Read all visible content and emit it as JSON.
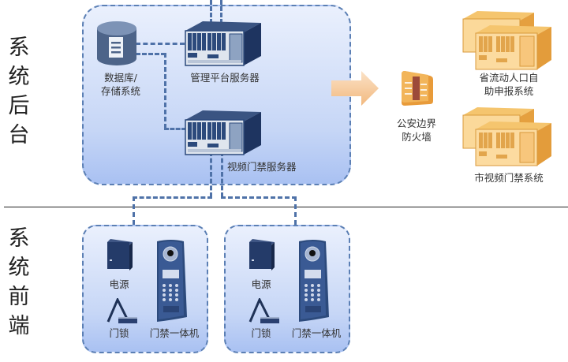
{
  "sections": {
    "backend_label": "系统后台",
    "frontend_label": "系统前端"
  },
  "backend": {
    "database": {
      "label_line1": "数据库/",
      "label_line2": "存储系统"
    },
    "management_server": {
      "label": "管理平台服务器"
    },
    "video_access_server": {
      "label": "视频门禁服务器"
    }
  },
  "external": {
    "firewall": {
      "label_line1": "公安边界",
      "label_line2": "防火墙"
    },
    "provincial_system": {
      "label_line1": "省流动人口自",
      "label_line2": "助申报系统"
    },
    "city_system": {
      "label": "市视频门禁系统"
    }
  },
  "frontend_units": [
    {
      "power_label": "电源",
      "lock_label": "门锁",
      "terminal_label": "门禁一体机"
    },
    {
      "power_label": "电源",
      "lock_label": "门锁",
      "terminal_label": "门禁一体机"
    }
  ],
  "colors": {
    "panel_border": "#5b7fb4",
    "server_blue": "#2c4a7c",
    "server_orange": "#f0b45a",
    "arrow": "#f7c99a"
  }
}
